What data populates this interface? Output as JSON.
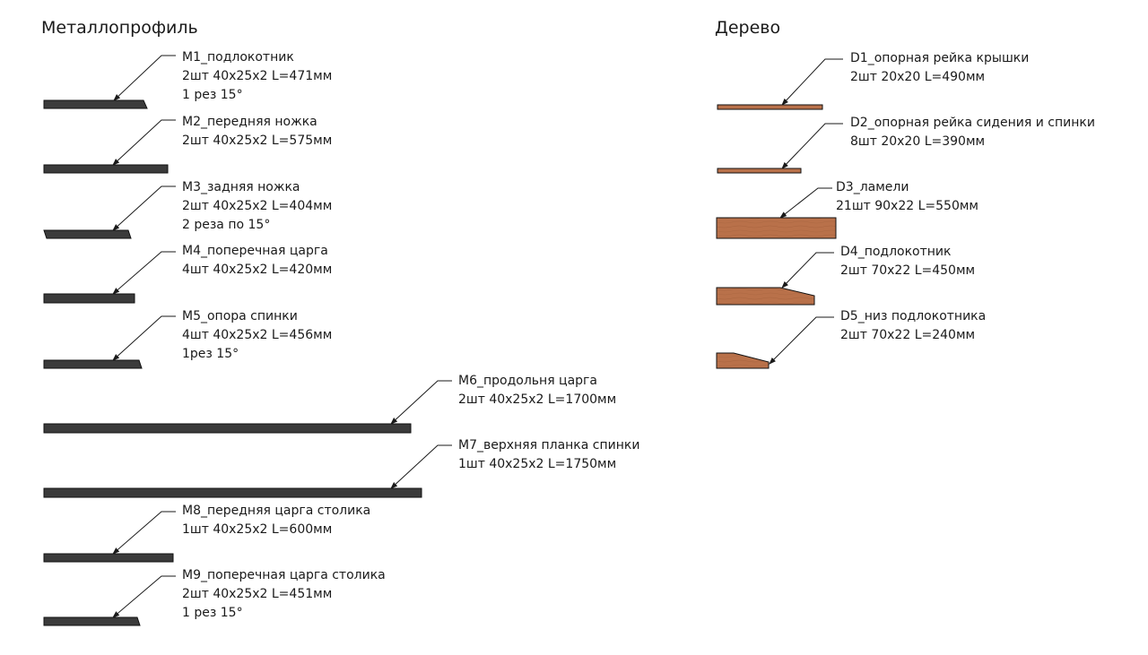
{
  "sections": {
    "metal_title": "Металлопрофиль",
    "wood_title": "Дерево"
  },
  "colors": {
    "metal_fill": "#3b3b3b",
    "wood_fill": "#b9714a",
    "wood_grain": "#9c5a36",
    "leader": "#1a1a1a"
  },
  "metal_parts": [
    {
      "name": "M1_подлокотник",
      "lines": [
        "2шт 40x25x2 L=471мм",
        "1 рез 15°"
      ]
    },
    {
      "name": "M2_передняя ножка",
      "lines": [
        "2шт 40x25x2 L=575мм"
      ]
    },
    {
      "name": "M3_задняя ножка",
      "lines": [
        "2шт 40x25x2 L=404мм",
        "2 реза по 15°"
      ]
    },
    {
      "name": "M4_поперечная царга",
      "lines": [
        "4шт 40x25x2 L=420мм"
      ]
    },
    {
      "name": "M5_опора спинки",
      "lines": [
        "4шт 40x25x2 L=456мм",
        "1рез 15°"
      ]
    },
    {
      "name": "M6_продольня царга",
      "lines": [
        "2шт 40x25x2 L=1700мм"
      ]
    },
    {
      "name": "M7_верхняя планка спинки",
      "lines": [
        "1шт 40x25x2 L=1750мм"
      ]
    },
    {
      "name": "M8_передняя царга столика",
      "lines": [
        "1шт 40x25x2 L=600мм"
      ]
    },
    {
      "name": "M9_поперечная царга столика",
      "lines": [
        "2шт 40x25x2 L=451мм",
        "1 рез 15°"
      ]
    }
  ],
  "wood_parts": [
    {
      "name": "D1_опорная рейка крышки",
      "lines": [
        "2шт 20x20 L=490мм"
      ]
    },
    {
      "name": "D2_опорная рейка сидения и спинки",
      "lines": [
        "8шт 20x20 L=390мм"
      ]
    },
    {
      "name": "D3_ламели",
      "lines": [
        "21шт 90x22 L=550мм"
      ]
    },
    {
      "name": "D4_подлокотник",
      "lines": [
        "2шт 70x22 L=450мм"
      ]
    },
    {
      "name": "D5_низ подлокотника",
      "lines": [
        "2шт 70x22 L=240мм"
      ]
    }
  ]
}
